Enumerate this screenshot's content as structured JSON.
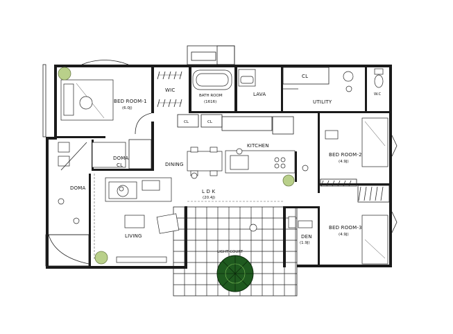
{
  "rooms": {
    "bed1": {
      "name": "BED ROOM-1",
      "size": "(6.0J)"
    },
    "wic": {
      "name": "WIC"
    },
    "bath": {
      "name": "BATH ROOM",
      "size": "(1616)"
    },
    "lava": {
      "name": "LAVA"
    },
    "cl_top": {
      "name": "CL"
    },
    "utility": {
      "name": "UTILITY"
    },
    "wc": {
      "name": "W.C"
    },
    "cl_a": {
      "name": "CL"
    },
    "cl_b": {
      "name": "CL"
    },
    "kitchen": {
      "name": "KITCHEN"
    },
    "doma_cl": {
      "name": "DOMA",
      "sub": "CL"
    },
    "dining": {
      "name": "DINING"
    },
    "bed2": {
      "name": "BED ROOM-2",
      "size": "(4.9J)"
    },
    "doma": {
      "name": "DOMA"
    },
    "ldk": {
      "name": "L D K",
      "size": "(20.4J)"
    },
    "living": {
      "name": "LIVING"
    },
    "den": {
      "name": "DEN",
      "size": "(1.9J)"
    },
    "bed3": {
      "name": "BED ROOM-3",
      "size": "(4.9J)"
    },
    "court": {
      "name": "LIGHT COURT"
    }
  },
  "colors": {
    "wall": "#1a1a1a",
    "tree": "#1f5a1f",
    "shrub": "#b9d08a"
  }
}
